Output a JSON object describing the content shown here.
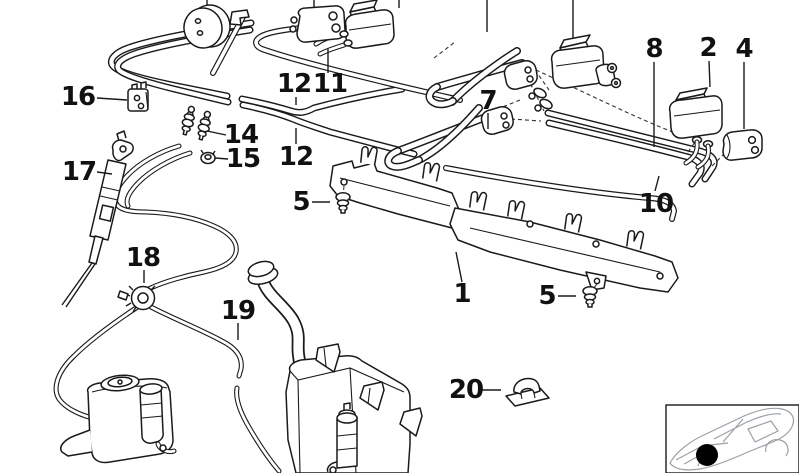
{
  "diagram": {
    "description": "exploded parts line diagram, windscreen washer hose and valve system",
    "labels": [
      {
        "text": "1"
      },
      {
        "text": "2"
      },
      {
        "text": "4"
      },
      {
        "text": "5"
      },
      {
        "text": "5"
      },
      {
        "text": "7"
      },
      {
        "text": "8"
      },
      {
        "text": "10"
      },
      {
        "text": "11"
      },
      {
        "text": "12"
      },
      {
        "text": "12"
      },
      {
        "text": "14"
      },
      {
        "text": "15"
      },
      {
        "text": "16"
      },
      {
        "text": "17"
      },
      {
        "text": "18"
      },
      {
        "text": "19"
      },
      {
        "text": "20"
      }
    ],
    "colors": {
      "line": "#1a1a1a",
      "car_outline": "#9aa0a6",
      "location_marker": "#000000",
      "background": "#ffffff"
    }
  }
}
